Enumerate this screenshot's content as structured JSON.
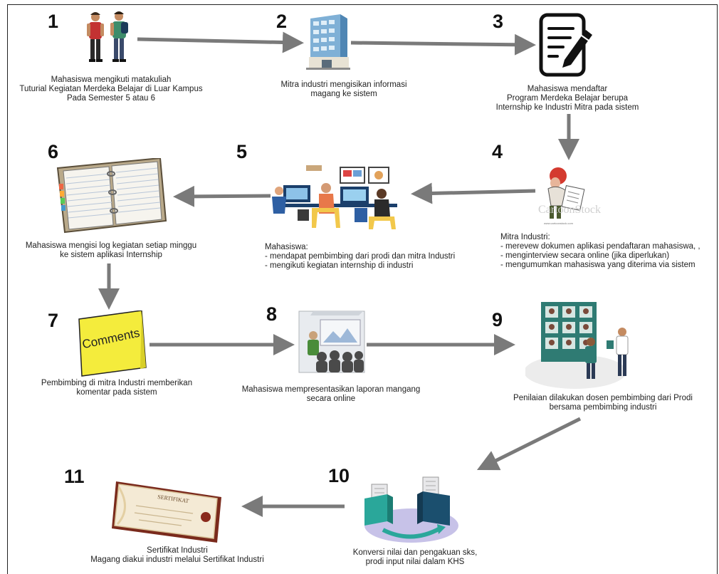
{
  "steps": [
    {
      "number": "1",
      "caption": [
        "Mahasiswa mengikuti matakuliah",
        "Tuturial Kegiatan Merdeka Belajar di Luar Kampus",
        "Pada Semester 5 atau 6"
      ]
    },
    {
      "number": "2",
      "caption": [
        "Mitra industri mengisikan informasi",
        "magang ke sistem"
      ]
    },
    {
      "number": "3",
      "caption": [
        "Mahasiswa mendaftar",
        "Program Merdeka Belajar berupa",
        "Internship ke Industri Mitra pada sistem"
      ]
    },
    {
      "number": "4",
      "caption": [
        "Mitra Industri:",
        "- merevew dokumen aplikasi pendaftaran mahasiswa, ,",
        "- menginterview secara online (jika diperlukan)",
        "- mengumumkan mahasiswa yang diterima via sistem"
      ]
    },
    {
      "number": "5",
      "caption": [
        "Mahasiswa:",
        "- mendapat pembimbing dari prodi dan mitra Industri",
        "- mengikuti kegiatan internship di industri"
      ]
    },
    {
      "number": "6",
      "caption": [
        "Mahasiswa mengisi log kegiatan setiap minggu",
        "ke sistem aplikasi Internship"
      ]
    },
    {
      "number": "7",
      "caption": [
        "Pembimbing di mitra Industri memberikan",
        "komentar pada sistem"
      ]
    },
    {
      "number": "8",
      "caption": [
        "Mahasiswa mempresentasikan laporan mangang",
        "secara online"
      ]
    },
    {
      "number": "9",
      "caption": [
        "Penilaian dilakukan dosen pembimbing dari Prodi",
        "bersama pembimbing industri"
      ]
    },
    {
      "number": "10",
      "caption": [
        "Konversi nilai dan pengakuan sks,",
        "prodi input nilai dalam KHS"
      ]
    },
    {
      "number": "11",
      "caption": [
        "Sertifikat Industri",
        "Magang diakui industri melalui Sertifikat Industri"
      ]
    }
  ],
  "illustration_text": {
    "comments_note": "Comments",
    "certificate_title": "SERTIFIKAT",
    "cartoon_watermark": "CartoonStock",
    "cartoon_url": "www.cartoonstock.com"
  },
  "colors": {
    "arrow": "#7a7a7a",
    "note": "#f4ec3c",
    "binder": "#b9a98a",
    "teal": "#2f7b73"
  }
}
